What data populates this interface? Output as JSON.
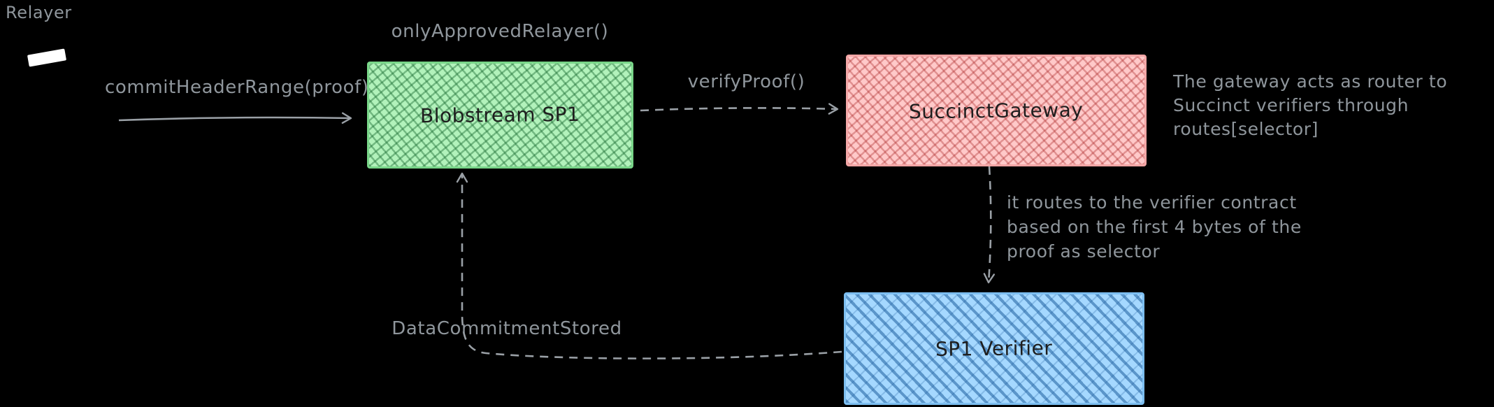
{
  "colors": {
    "background": "#000000",
    "label_text": "#8f969c",
    "arrow": "#9aa0a6",
    "node_green_fill": "#b2f2bb",
    "node_pink_fill": "#ffc9c9",
    "node_blue_fill": "#a5d8ff",
    "node_text": "#1e1e1e",
    "relayer_shape_fill": "#ffffff"
  },
  "relayer": {
    "label": "Relayer"
  },
  "nodes": {
    "blobstream": {
      "label": "Blobstream SP1"
    },
    "gateway": {
      "label": "SuccinctGateway"
    },
    "verifier": {
      "label": "SP1 Verifier"
    }
  },
  "edges": {
    "commit": {
      "label": "commitHeaderRange(proof)",
      "style": "solid"
    },
    "verify": {
      "label": "verifyProof()",
      "style": "dashed"
    },
    "route": {
      "label": "",
      "style": "dashed"
    },
    "data_commitment": {
      "label": "DataCommitmentStored",
      "style": "dashed"
    }
  },
  "notes": {
    "only_approved": "onlyApprovedRelayer()",
    "gateway_router": "The gateway acts as router to\nSuccinct verifiers through\nroutes[selector]",
    "route_selector": "it routes to the verifier contract\nbased on the first 4 bytes of the\nproof as selector"
  }
}
